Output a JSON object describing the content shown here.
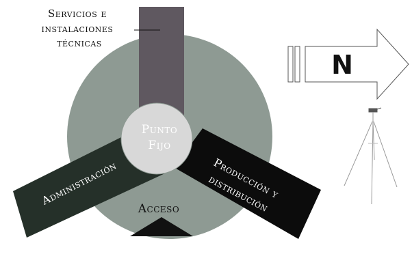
{
  "labels": {
    "servicios": [
      "Servicios e",
      "instalaciones",
      "técnicas"
    ],
    "punto_fijo": [
      "Punto",
      "Fijo"
    ],
    "administracion": "Administración",
    "produccion": [
      "Producción y",
      "distribución"
    ],
    "acceso": "Acceso",
    "north": "N"
  },
  "colors": {
    "circle": "#8e9a93",
    "servicios_bar": "#5f5860",
    "admin_bar": "#253029",
    "produccion_bar": "#0c0c0c",
    "center": "#d8d8d8",
    "text_light": "#ffffff",
    "text_dark": "#111111"
  },
  "icons": {
    "north_arrow": "north-arrow-icon",
    "tripod": "tripod-icon",
    "access": "access-triangle-icon"
  }
}
